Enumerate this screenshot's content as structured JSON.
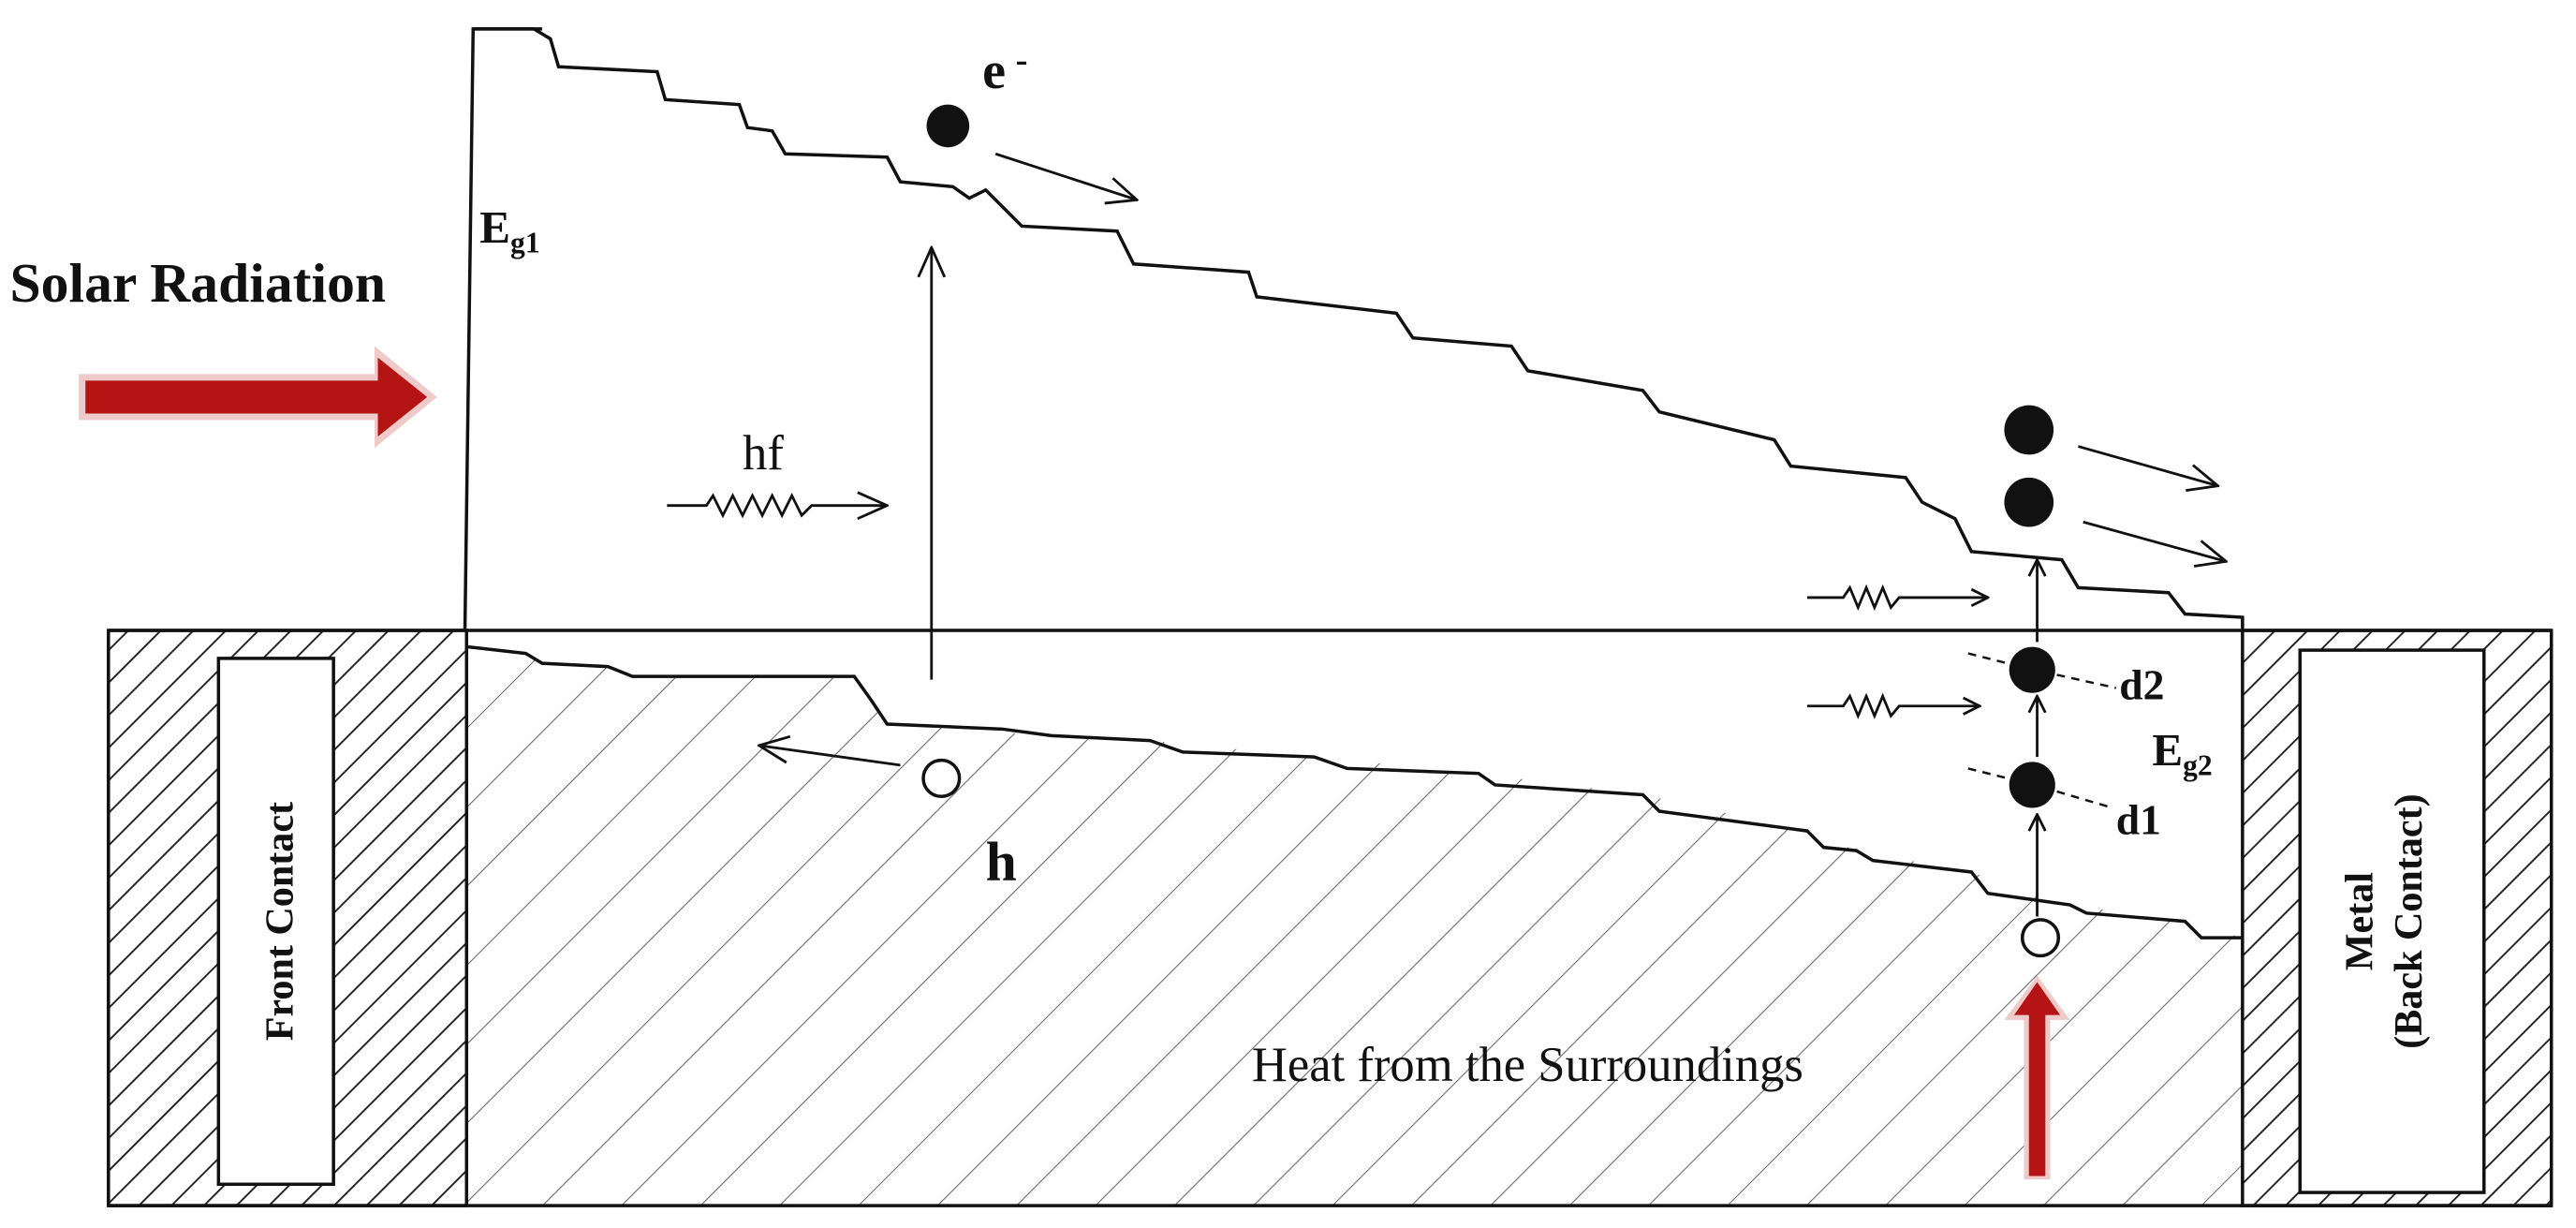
{
  "labels": {
    "solar_radiation": "Solar Radiation",
    "eg1_main": "E",
    "eg1_sub": "g1",
    "eg2_main": "E",
    "eg2_sub": "g2",
    "electron": "e",
    "electron_charge": "-",
    "hole": "h",
    "photon": "hf",
    "d1": "d1",
    "d2": "d2",
    "heat": "Heat from the Surroundings",
    "front_contact": "Front Contact",
    "back_contact_line1": "Metal",
    "back_contact_line2": "(Back Contact)"
  },
  "colors": {
    "arrow_red": "#b41414",
    "line": "#111111",
    "hatch": "#555555"
  }
}
